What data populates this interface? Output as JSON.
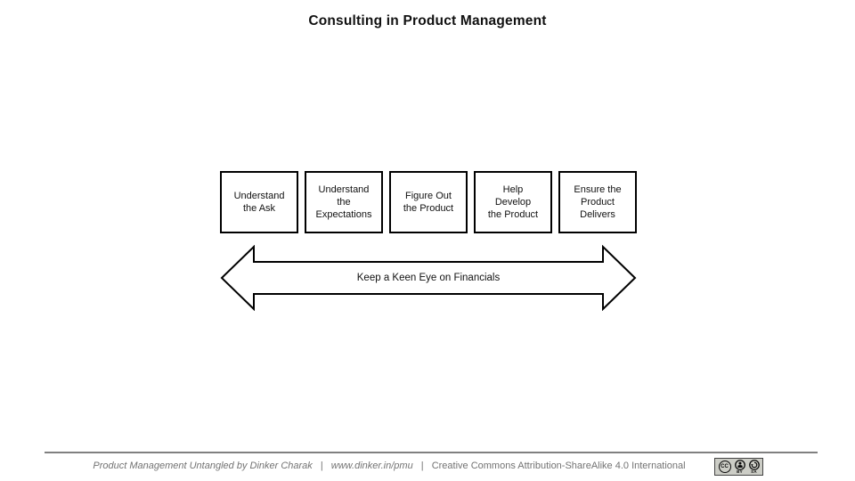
{
  "title": "Consulting in Product Management",
  "steps": [
    {
      "label": "Understand\nthe Ask"
    },
    {
      "label": "Understand\nthe\nExpectations"
    },
    {
      "label": "Figure Out\nthe Product"
    },
    {
      "label": "Help\nDevelop\nthe Product"
    },
    {
      "label": "Ensure the\nProduct\nDelivers"
    }
  ],
  "arrow": {
    "label": "Keep a Keen Eye on Financials"
  },
  "footer": {
    "book_credit": "Product Management Untangled by Dinker Charak",
    "url": "www.dinker.in/pmu",
    "license": "Creative Commons Attribution-ShareAlike 4.0 International",
    "sep": "|"
  },
  "badge": {
    "cc": "CC",
    "by": "BY",
    "sa": "SA"
  },
  "colors": {
    "box_border": "#000000",
    "arrow_stroke": "#000000",
    "divider": "#808080",
    "footer_text": "#737373",
    "title_text": "#111111",
    "background": "#ffffff"
  }
}
